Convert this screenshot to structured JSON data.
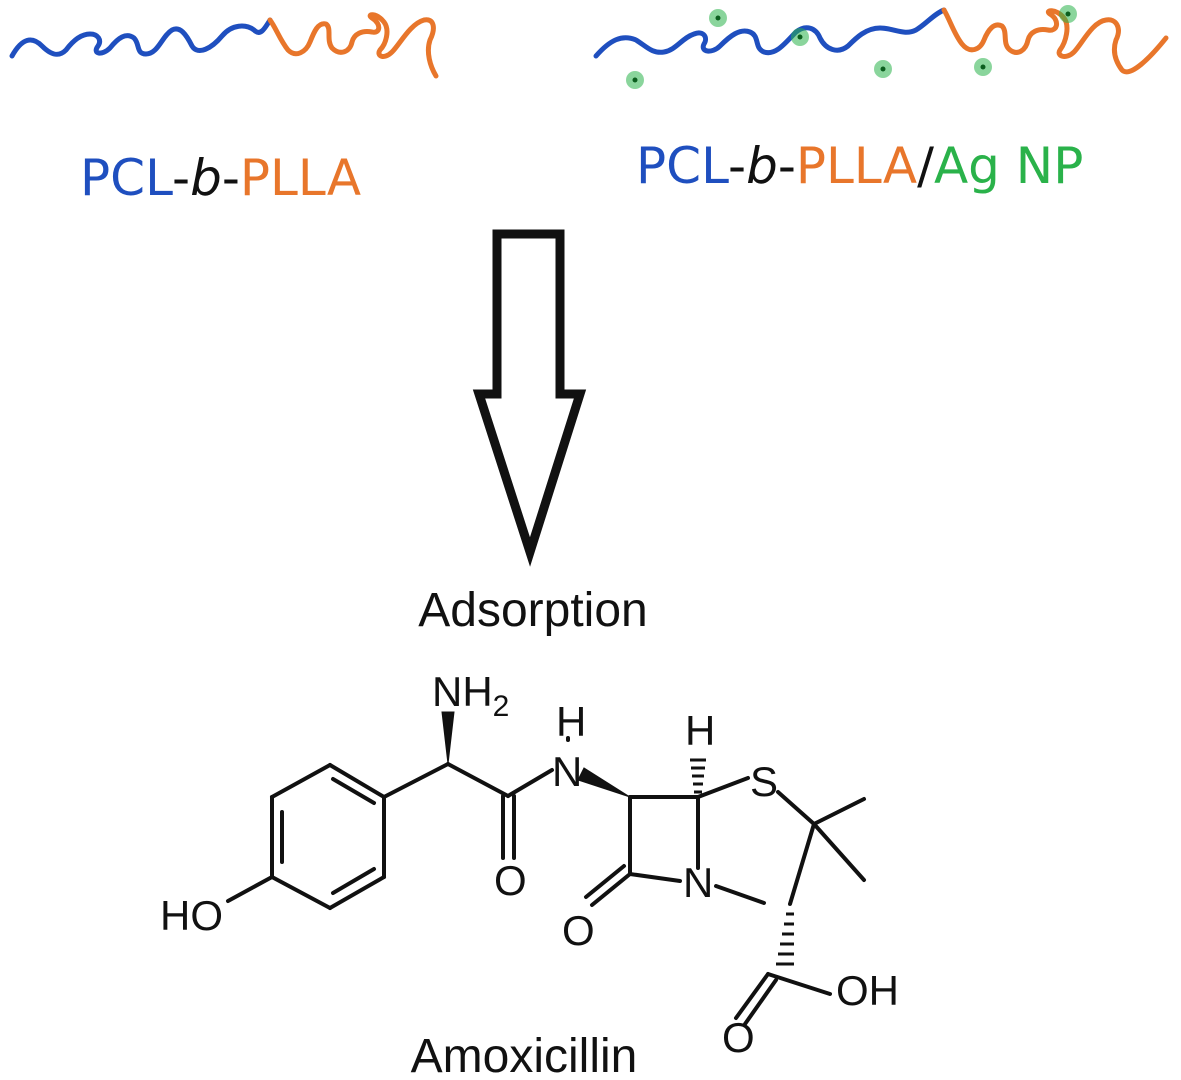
{
  "colors": {
    "pcl_blue": "#1f4fbf",
    "plla_orange": "#e8762b",
    "agnp_green": "#2ab24a",
    "ink": "#111111"
  },
  "labels": {
    "left": {
      "pcl": "PCL",
      "dash1": "-",
      "b": "b",
      "dash2": "-",
      "plla": "PLLA"
    },
    "right": {
      "pcl": "PCL",
      "dash1": "-",
      "b": "b",
      "dash2": "-",
      "plla": "PLLA",
      "slash": "/",
      "agnp": "Ag NP"
    }
  },
  "arrow_label": "Adsorption",
  "molecule": {
    "name": "Amoxicillin",
    "atoms": {
      "nh2": "NH",
      "nh2_sub": "2",
      "amide_h": "H",
      "amide_n": "N",
      "ring_h": "H",
      "s": "S",
      "n": "N",
      "o_amide": "O",
      "o_lactam": "O",
      "ho": "HO",
      "o_acid": "O",
      "oh": "OH"
    }
  }
}
